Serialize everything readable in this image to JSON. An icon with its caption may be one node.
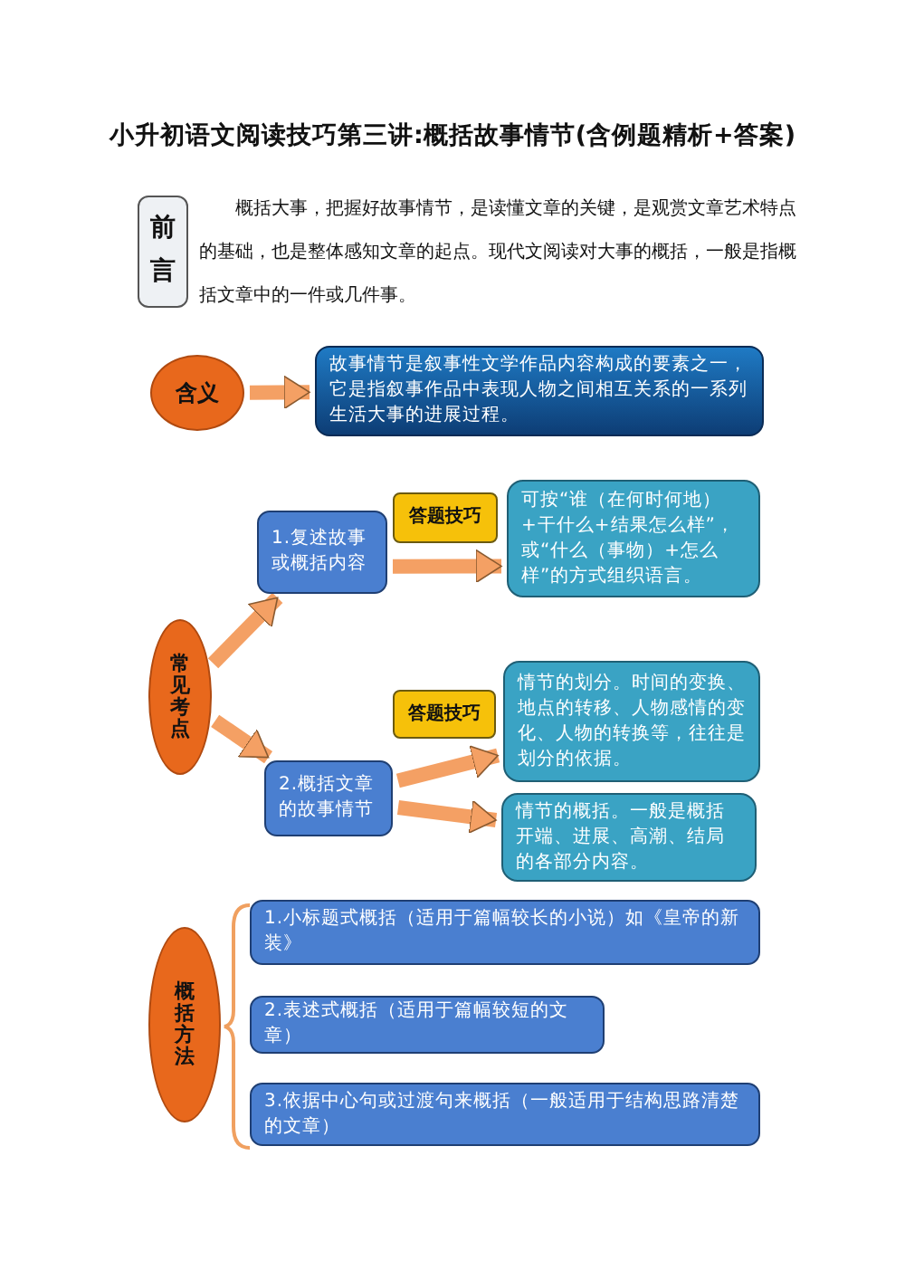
{
  "diagram": {
    "title": "小升初语文阅读技巧第三讲:概括故事情节(含例题精析+答案)",
    "nodes": [
      {
        "text": [
          "前言"
        ],
        "beside": [
          "概括大事，把握好故事情节，是读懂文章的关键，是观赏文章艺术特点的基础，也是整体感知文章的起点。现代文阅读对大事的概括，一般是指概括文章中的一件或几件事。"
        ]
      },
      {
        "text": [
          "含义"
        ]
      },
      {
        "text": [
          "故事情节是叙事性文学作品内容构成的要素之一，它是指叙事作品中表现人物之间相互关系的一系列生活大事的进展过程。"
        ]
      },
      {
        "text": [
          "常见考点"
        ]
      },
      {
        "text": [
          "1.复述故事或概括内容"
        ]
      },
      {
        "text": [
          "答题技巧"
        ]
      },
      {
        "text": [
          "可按“谁（在何时何地）+干什么+结果怎么样”，或“什么（事物）+怎么样”的方式组织语言。"
        ]
      },
      {
        "text": [
          "答题技巧"
        ]
      },
      {
        "text": [
          "情节的划分。时间的变换、地点的转移、人物感情的变化、人物的转换等，往往是划分的依据。"
        ]
      },
      {
        "text": [
          "2.概括文章的故事情节"
        ]
      },
      {
        "text": [
          "情节的概括。一般是概括开端、进展、高潮、结局的各部分内容。"
        ]
      },
      {
        "text": [
          "概括方法"
        ]
      },
      {
        "text": [
          "1.小标题式概括（适用于篇幅较长的小说）如《皇帝的新装》"
        ]
      },
      {
        "text": [
          "2.表述式概括（适用于篇幅较短的文章）"
        ]
      },
      {
        "text": [
          "3.依据中心句或过渡句来概括（一般适用于结构思路清楚的文章）"
        ]
      }
    ],
    "edges": [
      {
        "from": 1,
        "to": 2,
        "arrow": "to"
      },
      {
        "from": 3,
        "to": 4,
        "arrow": "to"
      },
      {
        "from": 3,
        "to": 9,
        "arrow": "to"
      },
      {
        "from": 4,
        "to": 6,
        "arrow": "to"
      },
      {
        "from": 9,
        "to": 8,
        "arrow": "to"
      },
      {
        "from": 9,
        "to": 10,
        "arrow": "to"
      }
    ]
  }
}
